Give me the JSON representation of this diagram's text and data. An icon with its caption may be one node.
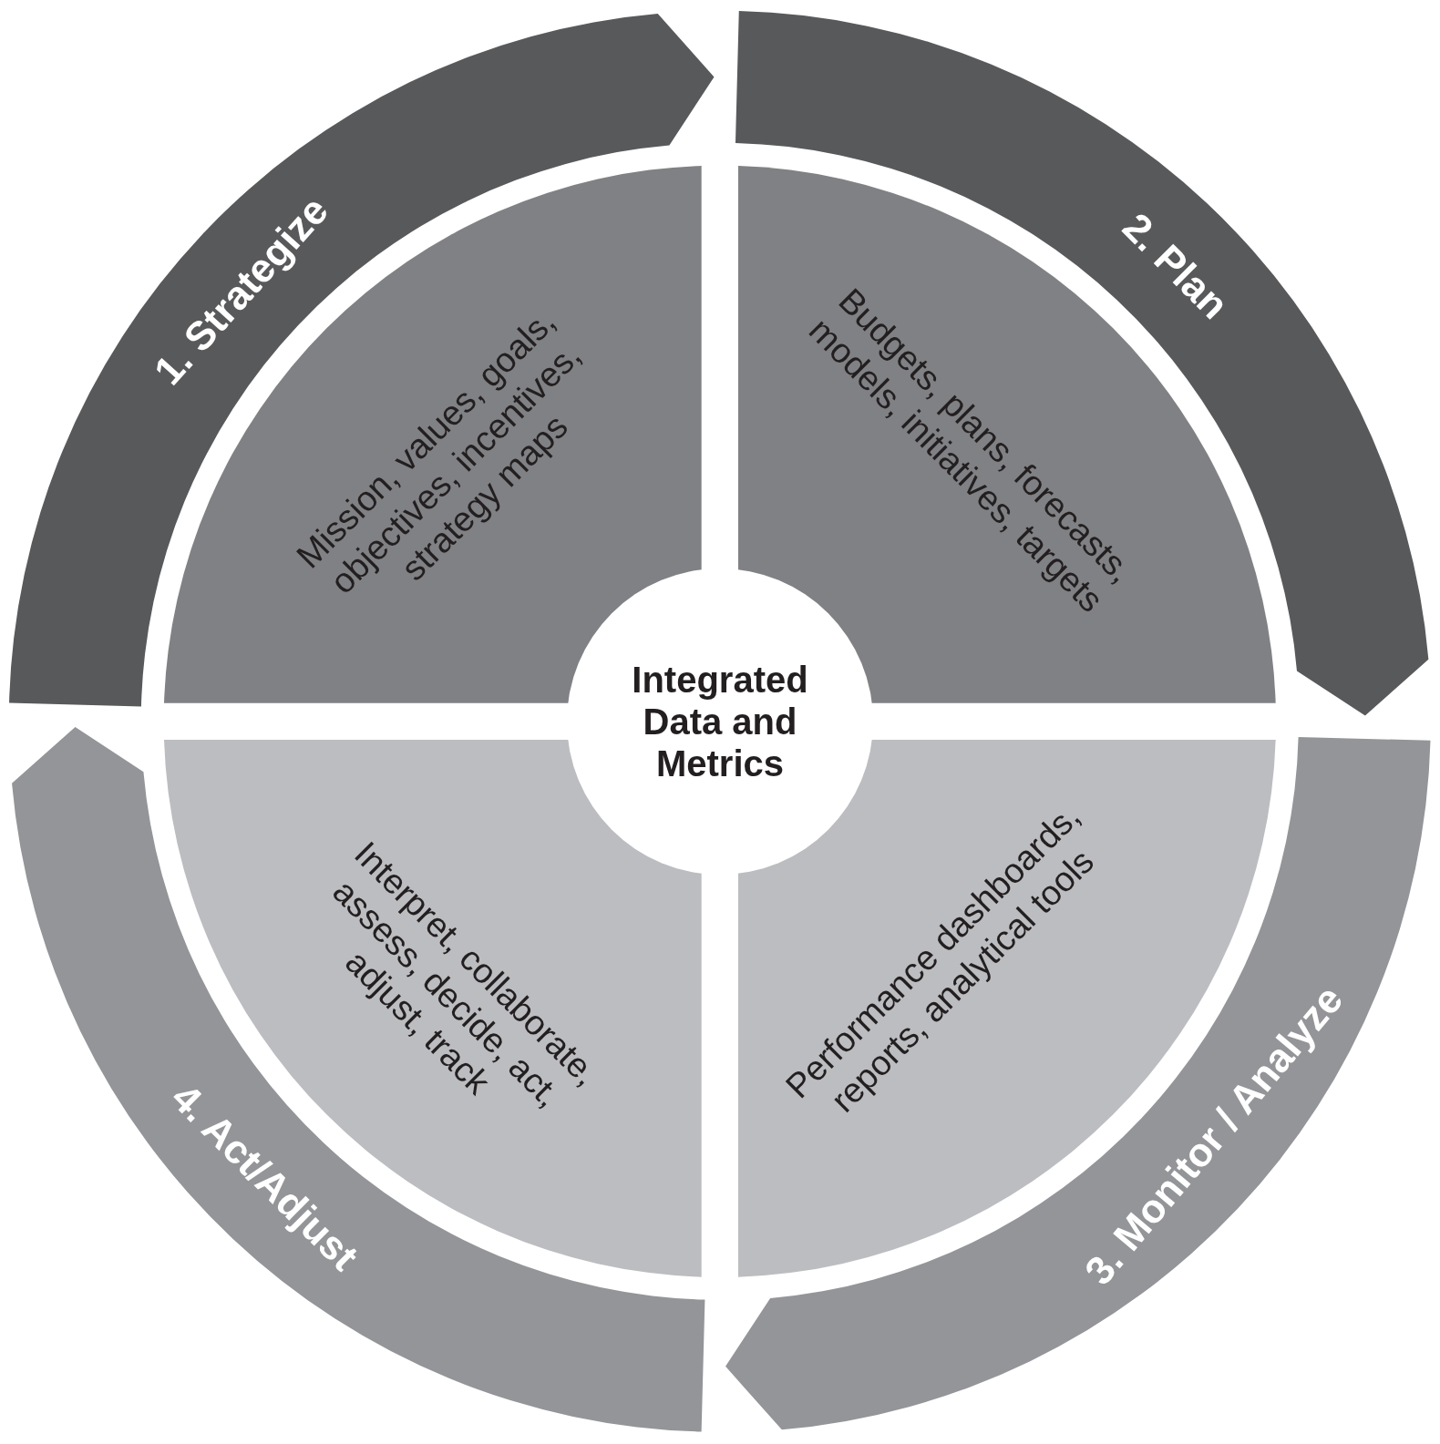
{
  "diagram": {
    "nodes": [
      {
        "text": [
          "1. Strategize"
        ]
      },
      {
        "text": [
          "2. Plan"
        ]
      },
      {
        "text": [
          "Mission, values, goals, objectives, incentives, strategy maps"
        ]
      },
      {
        "text": [
          "Budgets, plans, forecasts, models, initiatives, targets"
        ]
      },
      {
        "text": [
          "Integrated Data and Metrics"
        ]
      },
      {
        "text": [
          "Interpret, collaborate, assess, decide, act, adjust, track"
        ]
      },
      {
        "text": [
          "Performance dashboards, reports, analytical tools"
        ]
      },
      {
        "text": [
          "4. Act/Adjust"
        ]
      },
      {
        "text": [
          "3. Monitor / Analyze"
        ]
      }
    ]
  }
}
